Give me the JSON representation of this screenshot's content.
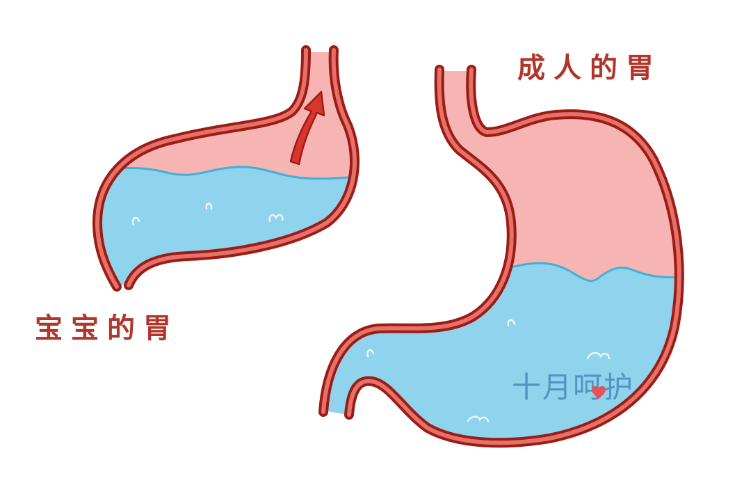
{
  "labels": {
    "baby_stomach": "宝宝的胃",
    "adult_stomach": "成人的胃"
  },
  "watermark": {
    "text": "十月呵护",
    "icon": "heart-icon"
  },
  "illustration": {
    "baby_stomach": {
      "description": "Small horizontally tilted infant stomach, fluid level high, red arrow pointing up toward esophagus indicating reflux",
      "arrow_icon": "reflux-arrow-up"
    },
    "adult_stomach": {
      "description": "Larger J-shaped adult stomach with vertical esophagus, fluid in lower portion"
    }
  },
  "colors": {
    "wall_outline": "#9b1c14",
    "wall_fill": "#e6716a",
    "stomach_air": "#f6b4b2",
    "stomach_fluid": "#8fd3ec",
    "fluid_line": "#3fb0dc",
    "arrow": "#d8362c",
    "label_text": "#b0352b",
    "watermark": "#4f8cc0",
    "background": "#ffffff"
  }
}
